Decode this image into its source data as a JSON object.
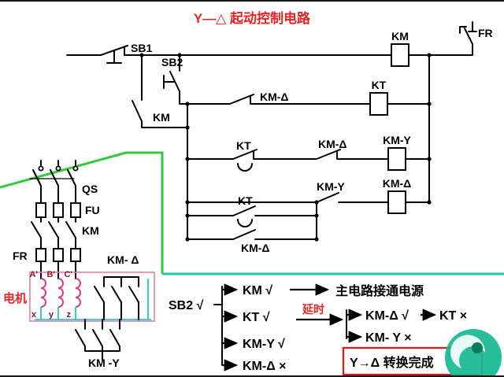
{
  "title": "Y—△ 起动控制电路",
  "control": {
    "sb1": "SB1",
    "sb2": "SB2",
    "km_aux": "KM",
    "km_coil": "KM",
    "fr": "FR",
    "km_delta_nc1": "KM-Δ",
    "kt_coil": "KT",
    "kt_nc": "KT",
    "km_delta_nc2": "KM-Δ",
    "km_y_coil": "KM-Y",
    "km_y_no": "KM-Y",
    "km_delta_coil": "KM-Δ",
    "kt_no": "KT",
    "km_delta_no": "KM-Δ"
  },
  "main": {
    "qs": "QS",
    "fu": "FU",
    "km": "KM",
    "fr": "FR",
    "motor": "电机",
    "km_delta": "KM- Δ",
    "km_y": "KM -Y",
    "a": "A'",
    "b": "B'",
    "c": "C'",
    "x": "x",
    "y": "y",
    "z": "z"
  },
  "flow": {
    "sb2": "SB2 √",
    "km": "KM √",
    "main_on": "主电路接通电源",
    "kt": "KT √",
    "delay": "延时",
    "km_delta_on": "KM-Δ √",
    "kt_off": "KT ×",
    "km_y_off": "KM- Y ×",
    "km_y_on": "KM-Y √",
    "km_delta_off": "KM-Δ ×",
    "done": "Y→Δ 转换完成"
  },
  "colors": {
    "title_red": "#e63030",
    "section_green": "#2ecc40",
    "divider_teal": "#1fc8a8",
    "delay_red": "#e62222",
    "result_box_red": "#ee1111",
    "winding_pink": "#d6407e",
    "wiring_cyan": "#00c3c3",
    "watermark_teal": "#16b893"
  }
}
